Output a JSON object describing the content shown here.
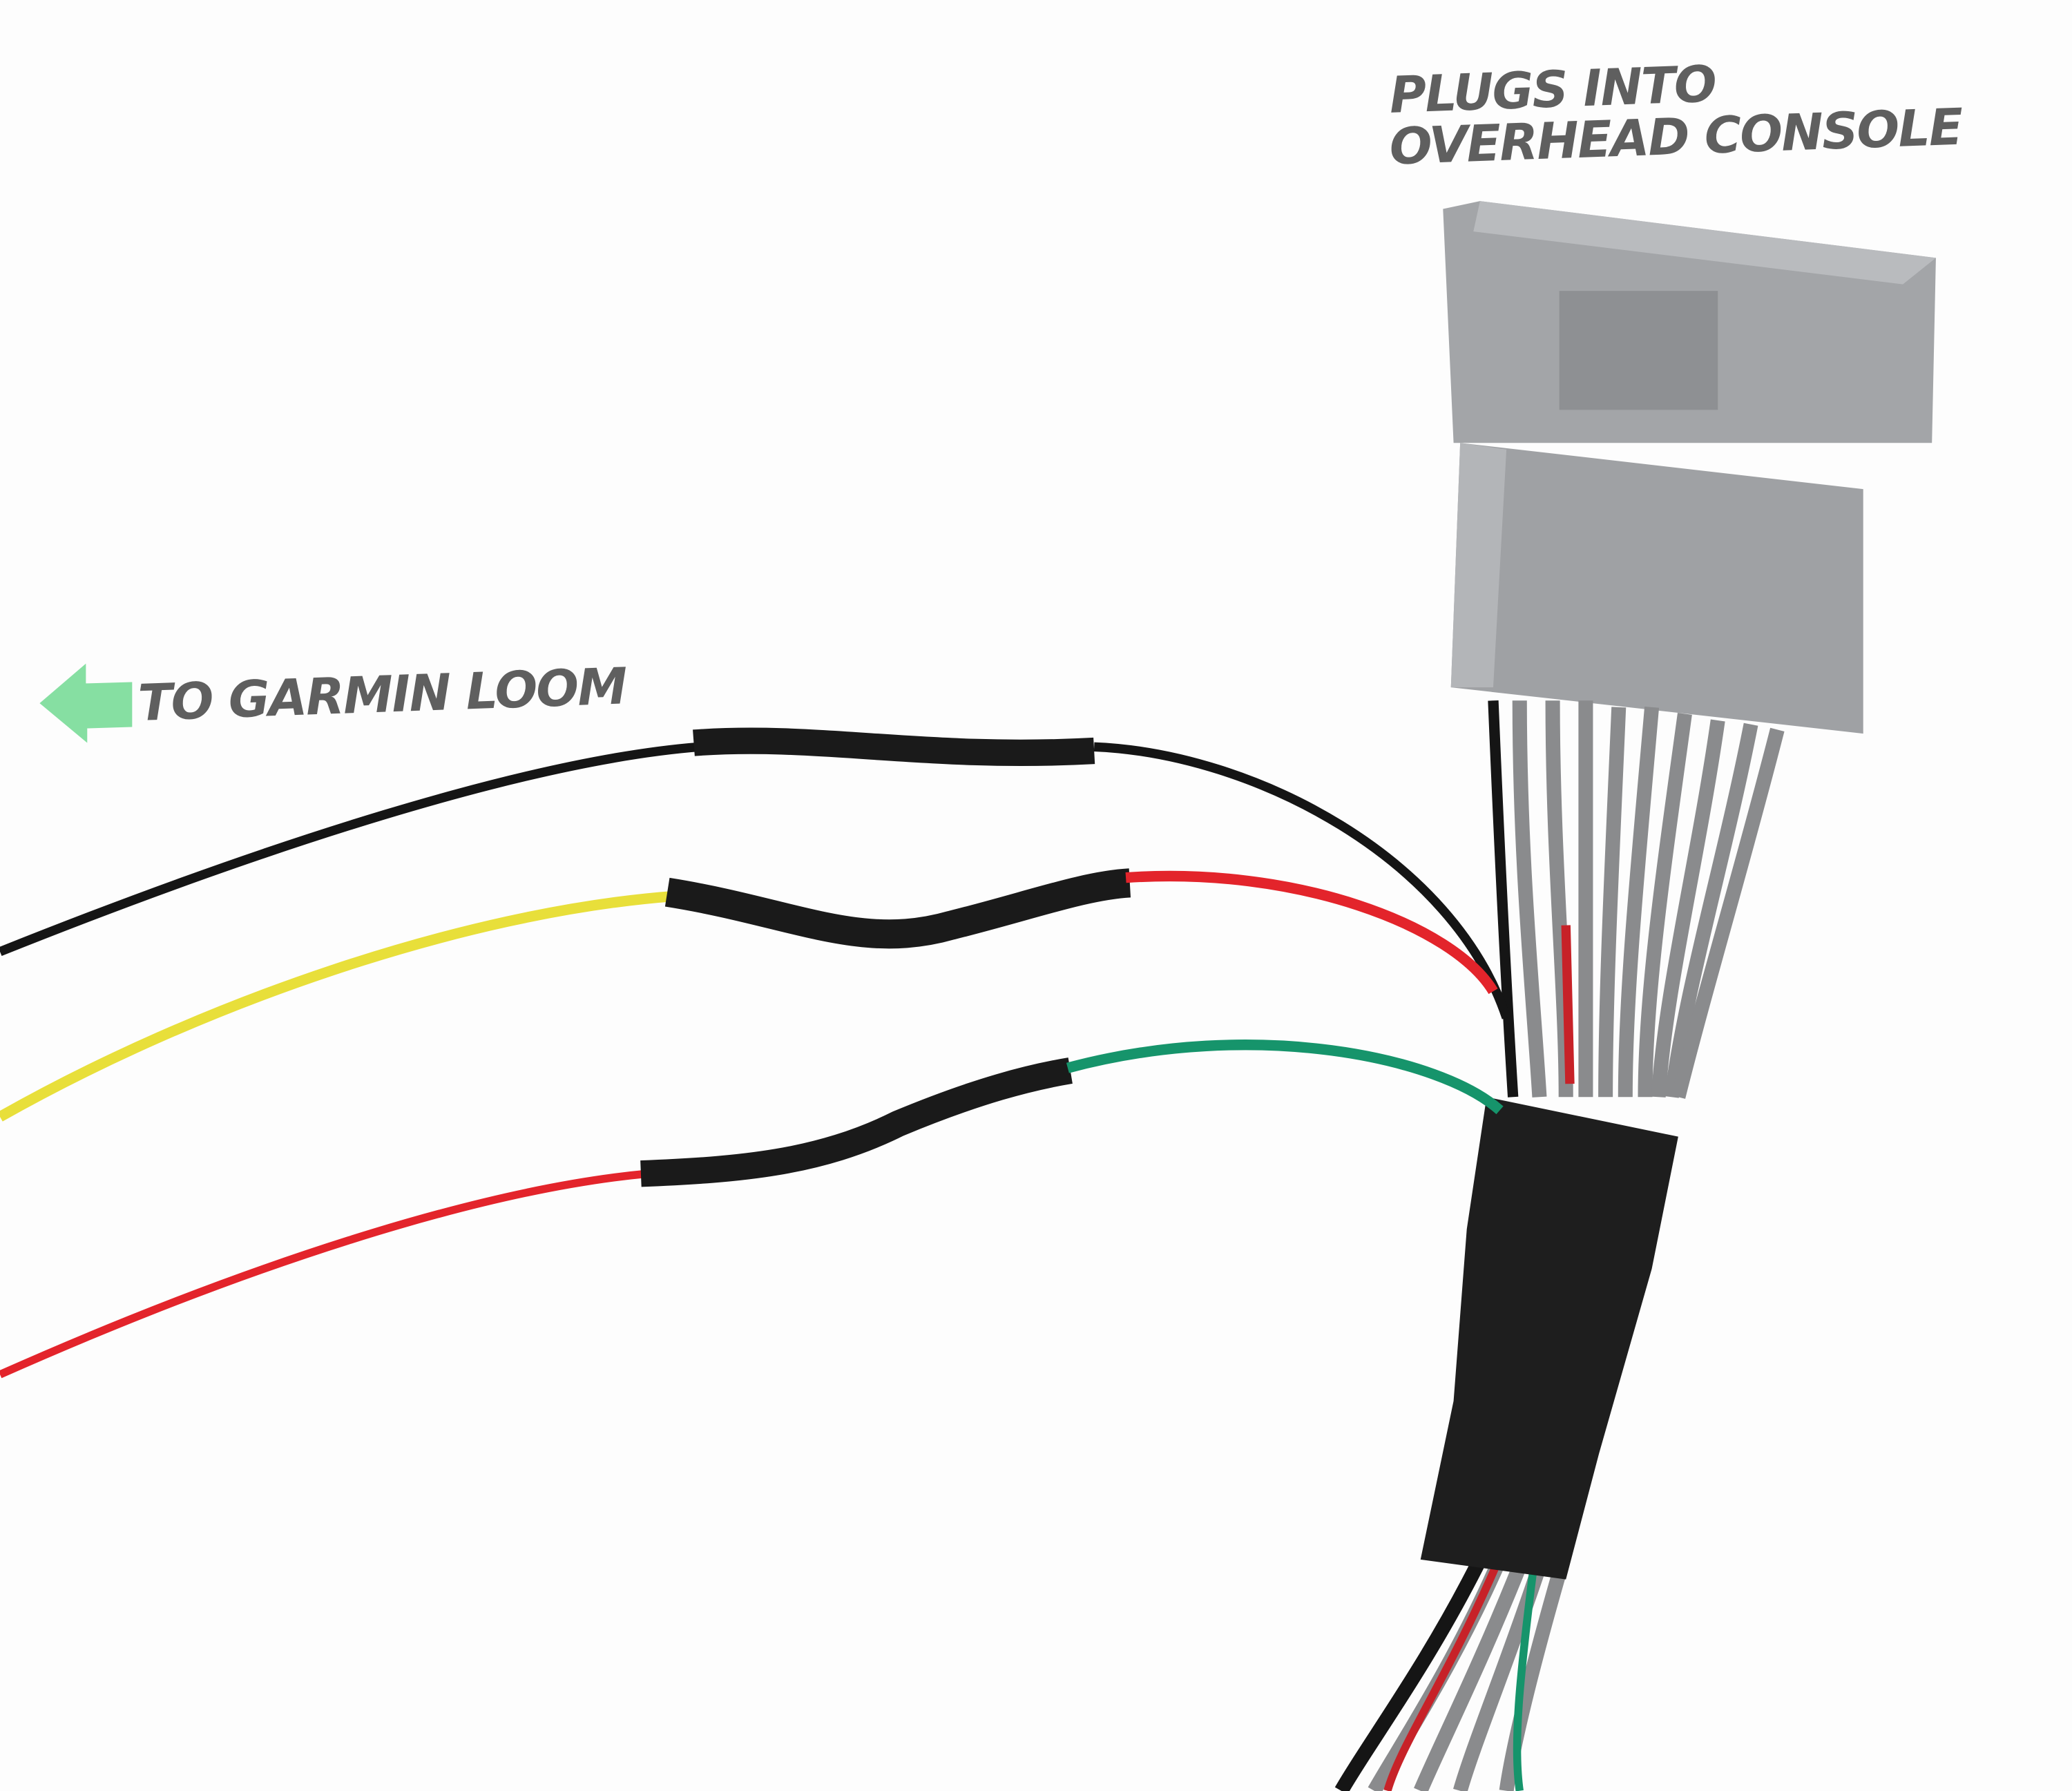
{
  "labels": {
    "connector_line1": "PLUGS INTO",
    "connector_line2": "OVERHEAD CONSOLE",
    "loom": "TO GARMIN LOOM"
  },
  "icons": {
    "arrow": "arrow-left-icon"
  },
  "colors": {
    "label_text": "#5f5f5f",
    "arrow": "#86dfa2",
    "background": "#fdfdfd",
    "connector": "#a3a5a8",
    "wire_black": "#151515",
    "wire_yellow": "#e8df3a",
    "wire_red": "#e3242b",
    "wire_green": "#16946b",
    "wire_gray": "#8a8b8d"
  }
}
